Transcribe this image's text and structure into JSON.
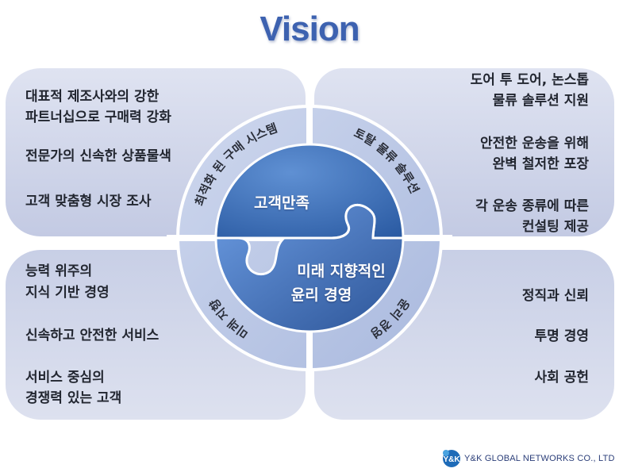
{
  "title": "Vision",
  "panels": {
    "top_left": [
      "대표적 제조사와의 강한",
      "파트너십으로 구매력 강화",
      "전문가의 신속한 상품물색",
      "고객 맞춤형 시장 조사"
    ],
    "top_right": [
      "도어 투 도어, 논스톱",
      "물류 솔루션 지원",
      "안전한 운송을 위해",
      "완벽 철저한 포장",
      "각 운송 종류에 따른",
      "컨설팅 제공"
    ],
    "bottom_left": [
      "능력 위주의",
      "지식 기반 경영",
      "신속하고 안전한 서비스",
      "서비스 중심의",
      "경쟁력 있는 고객"
    ],
    "bottom_right": [
      "정직과 신뢰",
      "투명 경영",
      "사회 공헌"
    ]
  },
  "ring": {
    "top_left": "최적화 된 구매 시스템",
    "top_right": "토탈 물류 솔루션",
    "bottom_left": "미래 지향",
    "bottom_right": "윤리 경영"
  },
  "center": {
    "top": "고객만족",
    "bottom_line1": "미래 지향적인",
    "bottom_line2": "윤리 경영"
  },
  "footer": {
    "logo_text": "Y&K",
    "company": "Y&K GLOBAL NETWORKS CO., LTD"
  },
  "colors": {
    "title": "#3d62b0",
    "panel": "#d3d9ec",
    "ring": "#b4c2e0",
    "center_top": "#2e5fa6",
    "center_bottom": "#4b7fc9"
  }
}
